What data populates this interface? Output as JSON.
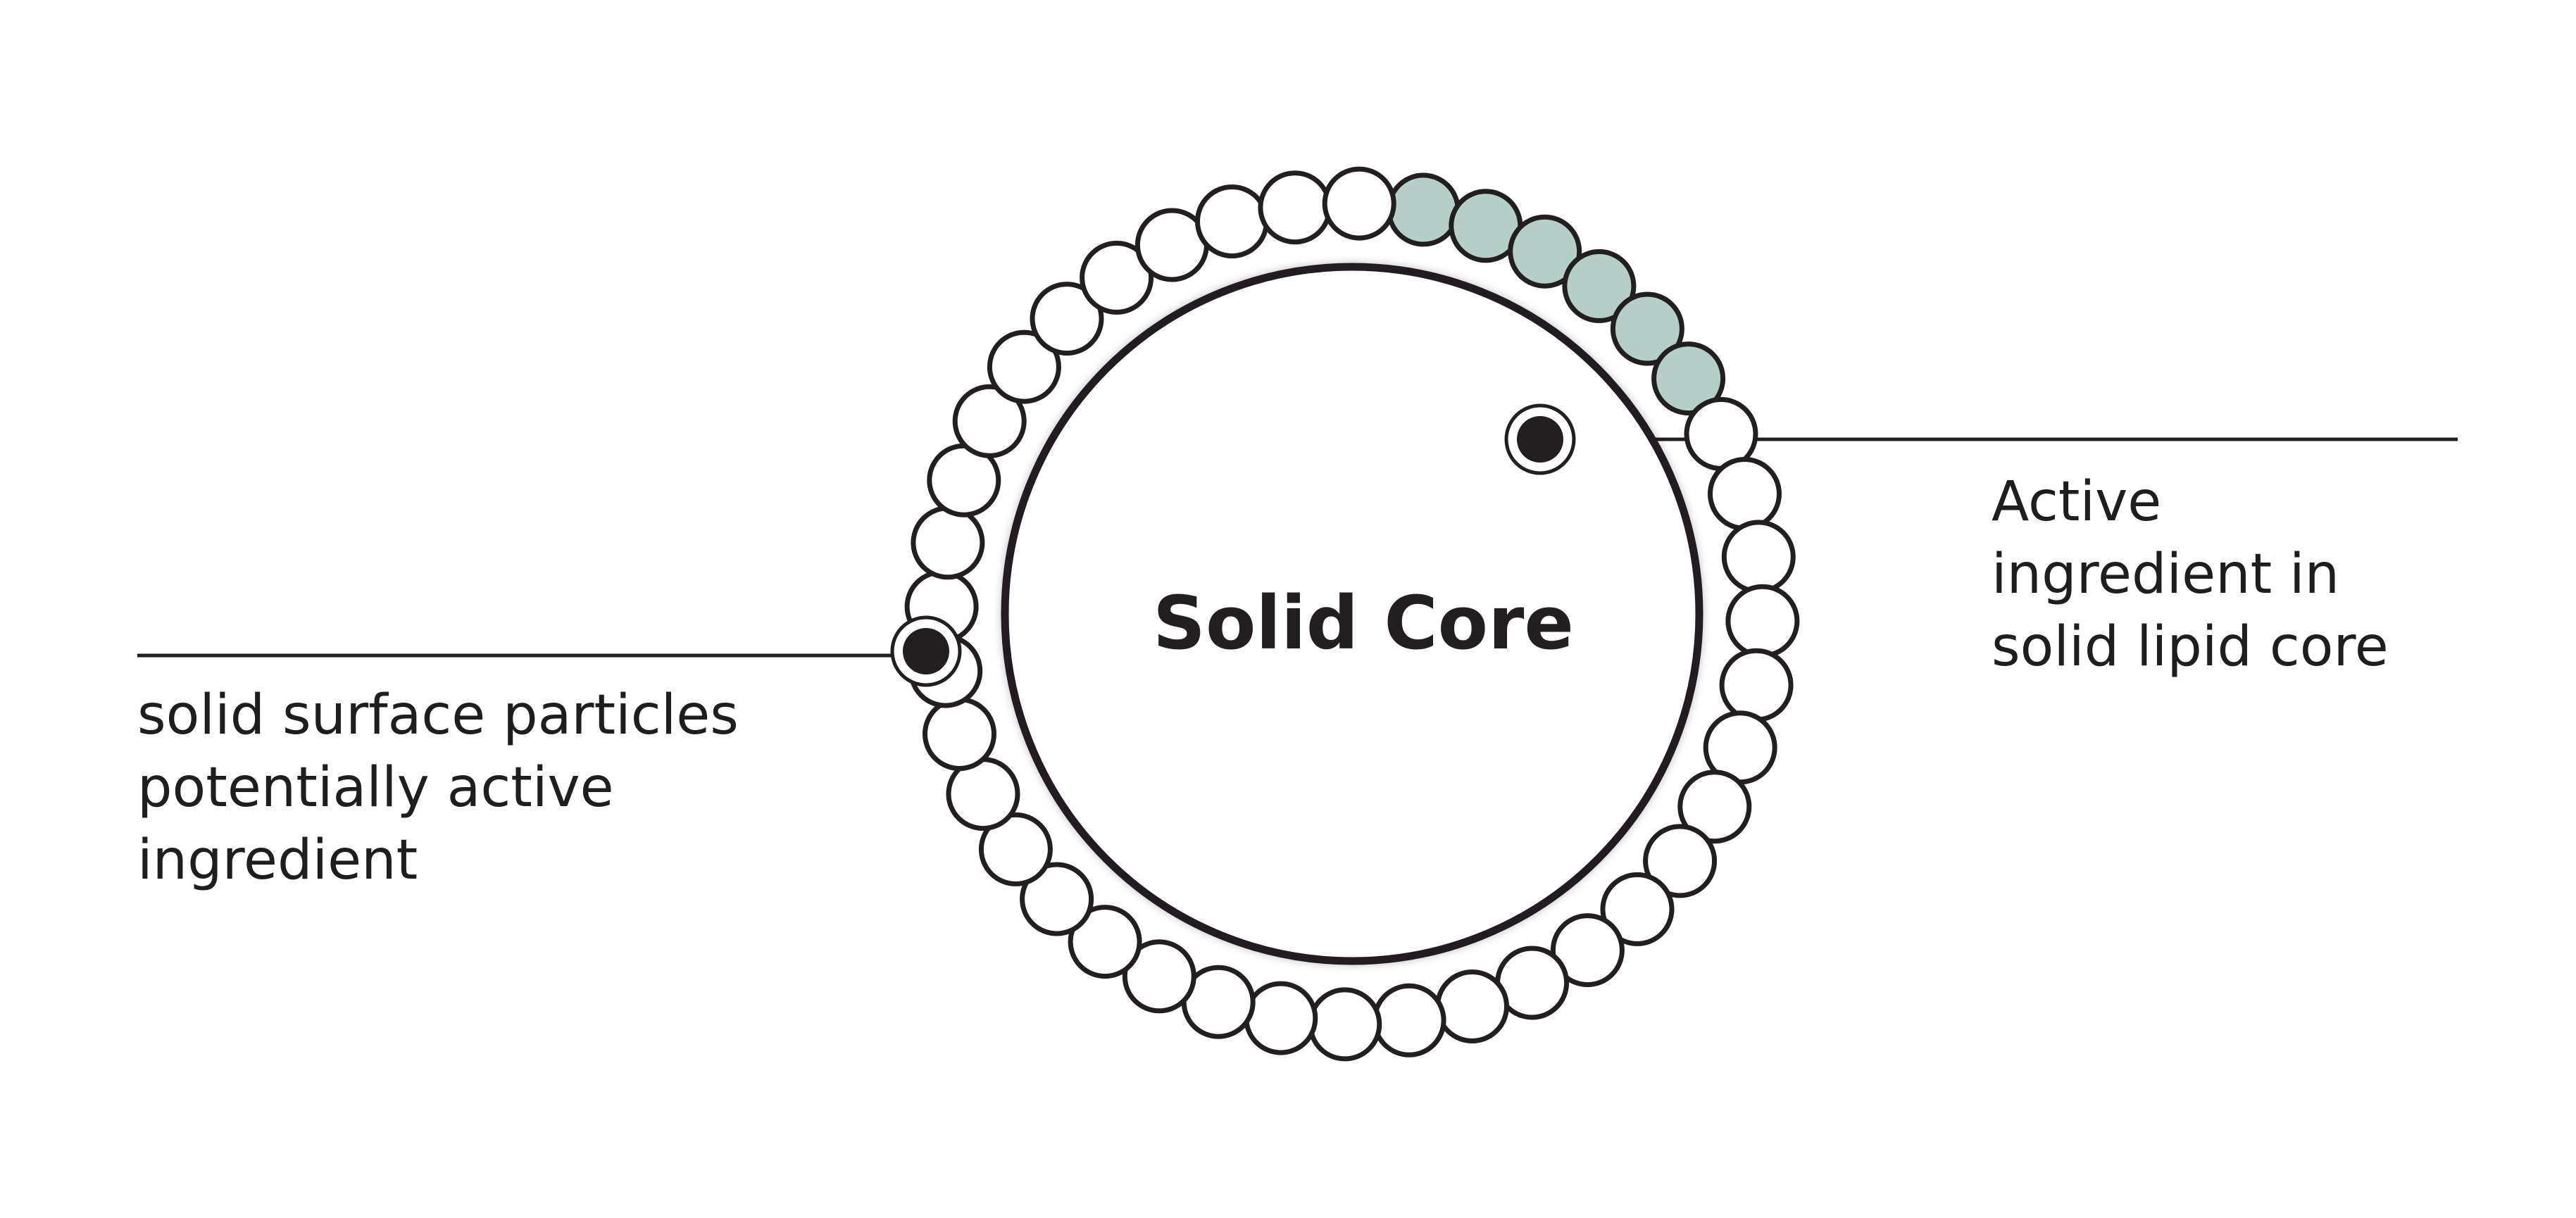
{
  "diagram": {
    "core_label": "Solid Core",
    "callout_left": "solid surface particles\npotentially active\ningredient",
    "callout_right": "Active\ningredient in\nsolid lipid core"
  },
  "colors": {
    "stroke": "#231f20",
    "highlight_fill": "#b5cfc8",
    "particle_fill": "#ffffff",
    "dot_fill": "#231f20"
  },
  "particles": {
    "count": 40,
    "highlighted_indices": [
      0,
      1,
      2,
      3,
      4,
      5
    ]
  }
}
